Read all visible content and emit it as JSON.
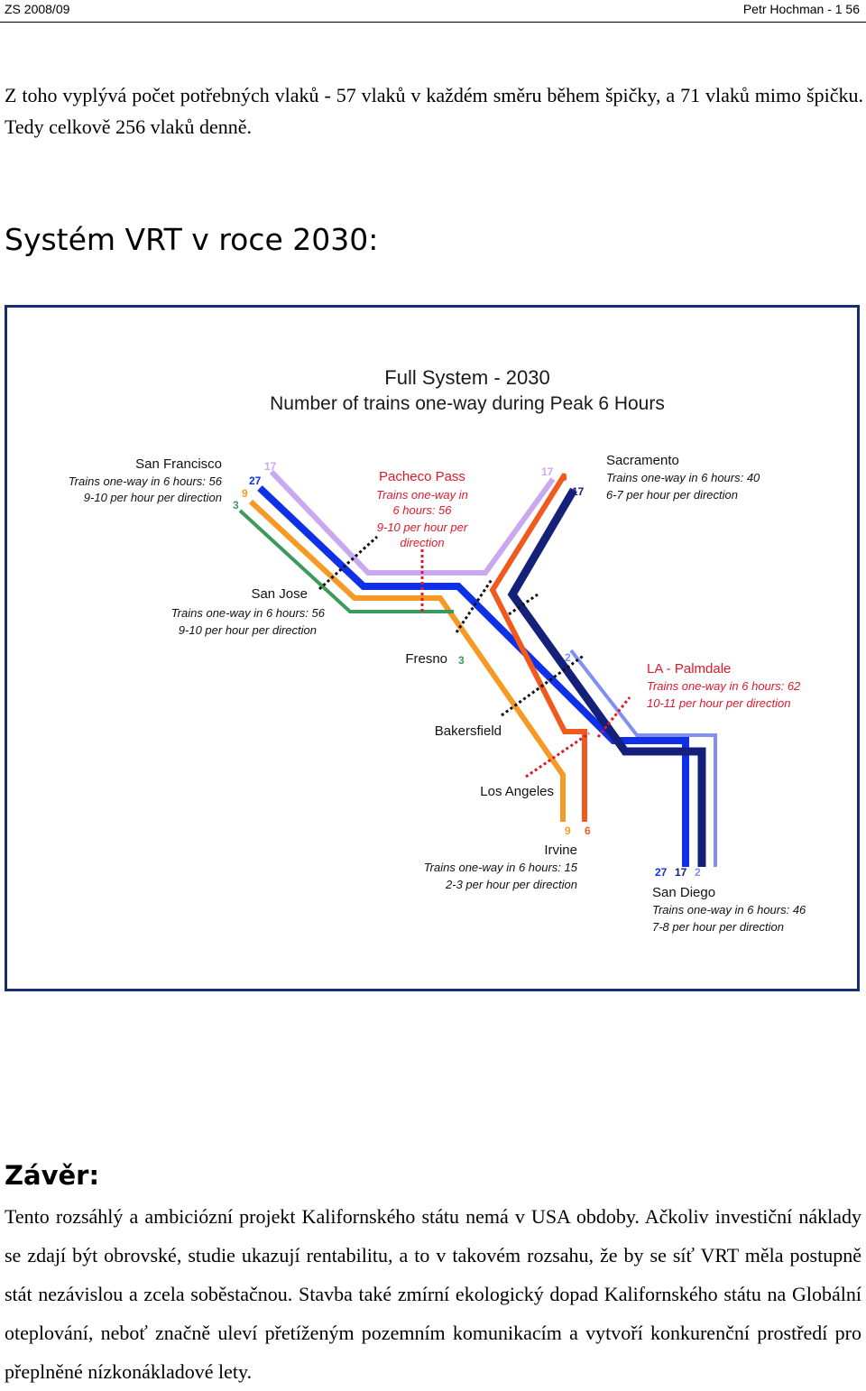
{
  "header": {
    "left": "ZS 2008/09",
    "right": "Petr Hochman - 1 56"
  },
  "intro": {
    "text": "Z toho vyplývá počet potřebných vlaků - 57 vlaků v každém směru během špičky, a 71 vlaků mimo špičku. Tedy celkově 256 vlaků denně."
  },
  "section": {
    "title": "Systém VRT v roce 2030:"
  },
  "map": {
    "title": "Full System - 2030",
    "subtitle": "Number of trains one-way during Peak 6 Hours",
    "stations": {
      "san_francisco": {
        "name": "San Francisco",
        "line1": "Trains one-way in 6 hours: 56",
        "line2": "9-10 per hour per direction"
      },
      "pacheco": {
        "name": "Pacheco Pass",
        "line1": "Trains one-way in",
        "line2": "6 hours: 56",
        "line3": "9-10 per hour per",
        "line4": "direction"
      },
      "sacramento": {
        "name": "Sacramento",
        "line1": "Trains one-way in 6 hours: 40",
        "line2": "6-7 per hour per direction"
      },
      "san_jose": {
        "name": "San Jose",
        "line1": "Trains one-way in 6 hours: 56",
        "line2": "9-10 per hour per direction"
      },
      "fresno": {
        "name": "Fresno",
        "count": "3"
      },
      "la_palmdale": {
        "name": "LA - Palmdale",
        "line1": "Trains one-way in 6 hours: 62",
        "line2": "10-11 per hour per direction"
      },
      "bakersfield": {
        "name": "Bakersfield"
      },
      "los_angeles": {
        "name": "Los Angeles"
      },
      "irvine": {
        "name": "Irvine",
        "line1": "Trains one-way in 6 hours: 15",
        "line2": "2-3 per hour per direction"
      },
      "san_diego": {
        "name": "San Diego",
        "line1": "Trains one-way in 6 hours: 46",
        "line2": "7-8 per hour per direction"
      }
    },
    "counts": {
      "sf_17": "17",
      "sf_27": "27",
      "sf_9": "9",
      "sf_3": "3",
      "sac_17a": "17",
      "sac_6": "6",
      "sac_17b": "17",
      "lap_2": "2",
      "irv_9": "9",
      "irv_6": "6",
      "sd_27": "27",
      "sd_17": "17",
      "sd_2": "2"
    },
    "colors": {
      "lavender": "#c9a8f0",
      "blue": "#1030e8",
      "orange": "#f79a25",
      "green": "#3b9a5c",
      "red_orange": "#f05a1e",
      "navy": "#14207a",
      "light_blue": "#7f8ff5",
      "station_red": "#e0182a",
      "title": "#1a1a1a"
    }
  },
  "conclusion": {
    "title": "Závěr:",
    "text": "Tento rozsáhlý a ambiciózní projekt Kalifornského státu nemá v USA obdoby. Ačkoliv investiční náklady se zdají být obrovské, studie ukazují rentabilitu, a to v takovém rozsahu, že by se síť VRT měla postupně stát nezávislou a zcela soběstačnou. Stavba také zmírní ekologický dopad Kalifornského státu na Globální oteplování, neboť značně uleví přetíženým pozemním komunikacím a vytvoří konkurenční prostředí pro přeplněné nízkonákladové lety."
  }
}
